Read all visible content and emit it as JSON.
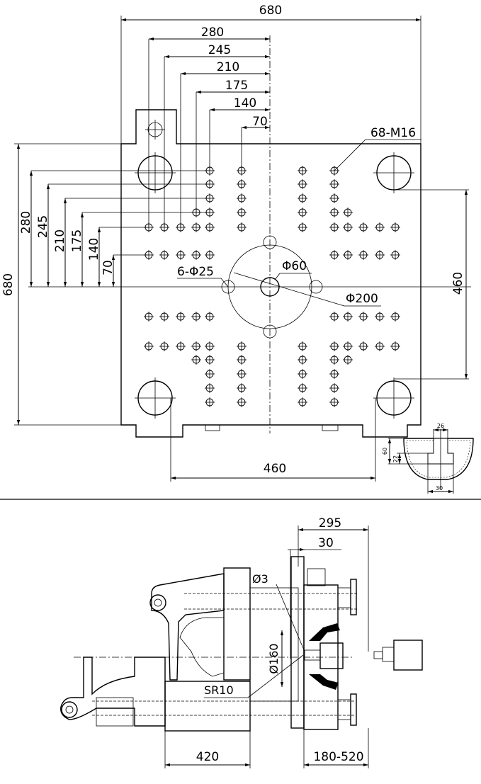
{
  "platen": {
    "width": "680",
    "height": "680",
    "dims_horizontal": [
      "280",
      "245",
      "210",
      "175",
      "140",
      "70"
    ],
    "dims_vertical": [
      "280",
      "245",
      "210",
      "175",
      "140",
      "70"
    ],
    "tap_holes": "68-M16",
    "tie_bar_spacing_v": "460",
    "tie_bar_spacing_h": "460",
    "ring_holes": "6-Φ25",
    "center_hole": "Φ60",
    "bolt_circle": "Φ200"
  },
  "slot_detail": {
    "top": "26",
    "depth": "60",
    "neck": "22",
    "bottom": "30"
  },
  "side_view": {
    "stroke_total": "295",
    "nozzle_protrusion": "30",
    "nozzle_orifice": "Ø3",
    "locating_ring": "Ø160",
    "nozzle_radius": "SR10",
    "opening_stroke": "420",
    "mold_height": "180-520"
  }
}
